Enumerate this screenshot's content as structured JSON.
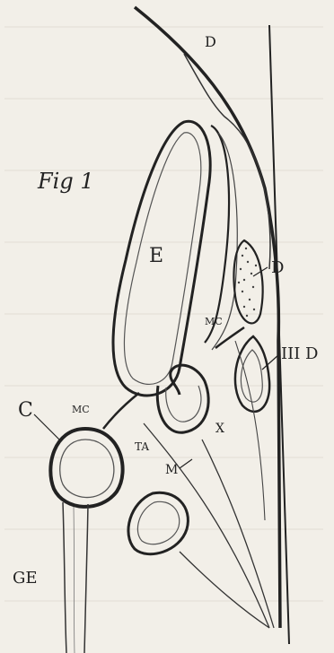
{
  "figure": {
    "title": "Fig 1",
    "paper_color": "#f2efe8",
    "ink_color": "#222222"
  },
  "labels": {
    "d_top": "D",
    "e": "E",
    "d_right": "D",
    "mc_right": "MC",
    "iii_d": "III D",
    "c": "C",
    "mc_left": "MC",
    "ta": "TA",
    "x": "X",
    "m": "M",
    "ge": "GE"
  }
}
